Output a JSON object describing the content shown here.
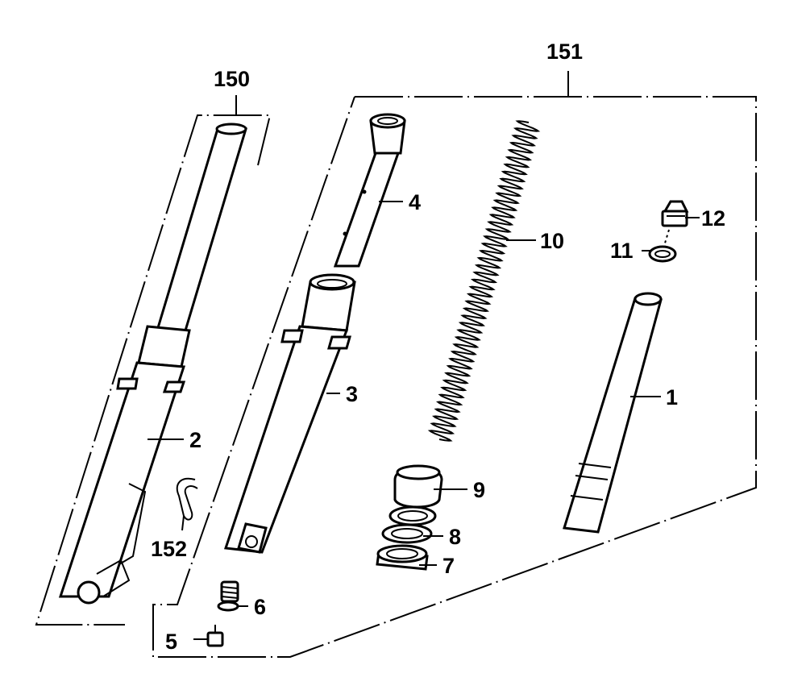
{
  "callouts": {
    "c150": "150",
    "c151": "151",
    "c1": "1",
    "c2": "2",
    "c3": "3",
    "c4": "4",
    "c5": "5",
    "c6": "6",
    "c7": "7",
    "c8": "8",
    "c9": "9",
    "c10": "10",
    "c11": "11",
    "c12": "12",
    "c152": "152"
  }
}
